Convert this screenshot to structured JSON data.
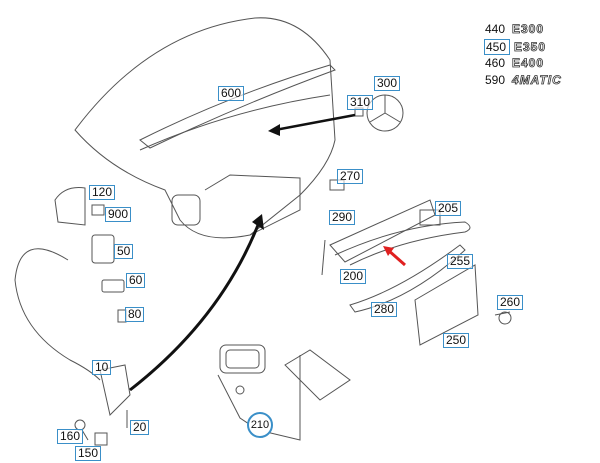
{
  "callouts": [
    {
      "id": "600",
      "label": "600"
    },
    {
      "id": "300",
      "label": "300"
    },
    {
      "id": "310",
      "label": "310"
    },
    {
      "id": "270",
      "label": "270"
    },
    {
      "id": "290",
      "label": "290"
    },
    {
      "id": "205",
      "label": "205"
    },
    {
      "id": "255",
      "label": "255"
    },
    {
      "id": "200",
      "label": "200"
    },
    {
      "id": "260",
      "label": "260"
    },
    {
      "id": "280",
      "label": "280"
    },
    {
      "id": "250",
      "label": "250"
    },
    {
      "id": "120",
      "label": "120"
    },
    {
      "id": "900",
      "label": "900"
    },
    {
      "id": "50",
      "label": "50"
    },
    {
      "id": "60",
      "label": "60"
    },
    {
      "id": "80",
      "label": "80"
    },
    {
      "id": "10",
      "label": "10"
    },
    {
      "id": "20",
      "label": "20"
    },
    {
      "id": "160",
      "label": "160"
    },
    {
      "id": "150",
      "label": "150"
    },
    {
      "id": "210",
      "label": "210"
    }
  ],
  "legend": [
    {
      "code": "440",
      "model": "E300",
      "highlighted": false
    },
    {
      "code": "450",
      "model": "E350",
      "highlighted": true
    },
    {
      "code": "460",
      "model": "E400",
      "highlighted": false
    },
    {
      "code": "590",
      "model": "4MATIC",
      "highlighted": false
    }
  ],
  "colors": {
    "callout_border": "#3a8fc8",
    "indicator_arrow": "#e02020",
    "line": "#333333"
  }
}
